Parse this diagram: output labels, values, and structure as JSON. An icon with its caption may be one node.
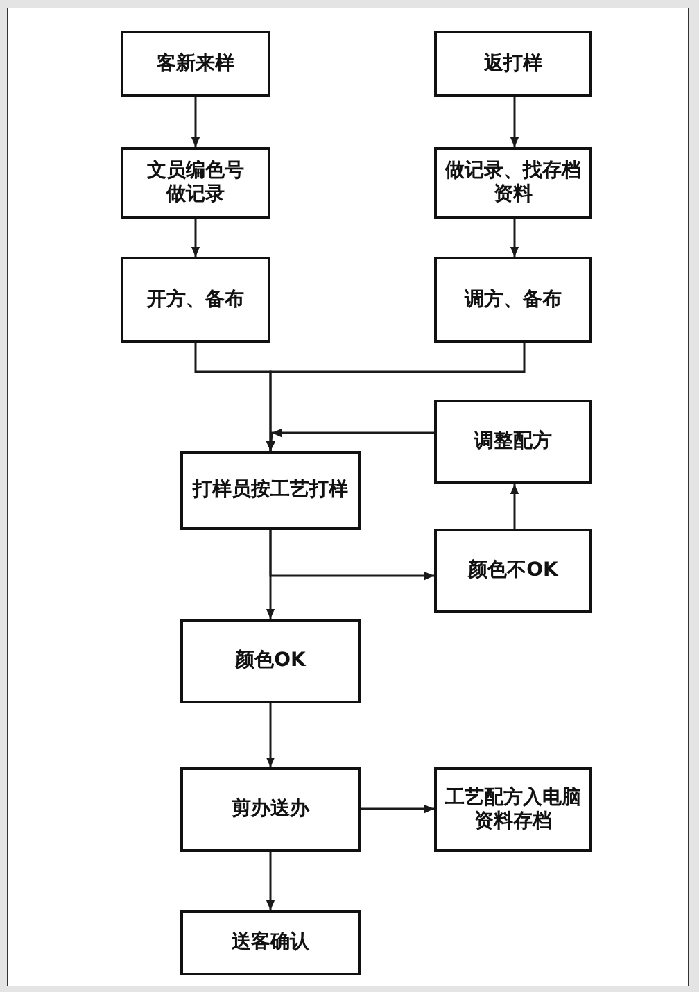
{
  "diagram": {
    "nodes": [
      {
        "text": [
          "客新来样"
        ]
      },
      {
        "text": [
          "返打样"
        ]
      },
      {
        "text": [
          "文员编色号做记录"
        ]
      },
      {
        "text": [
          "做记录、找存档资料"
        ]
      },
      {
        "text": [
          "开方、备布"
        ]
      },
      {
        "text": [
          "调方、备布"
        ]
      },
      {
        "text": [
          "调整配方"
        ]
      },
      {
        "text": [
          "打样员按工艺打样"
        ]
      },
      {
        "text": [
          "颜色不OK"
        ]
      },
      {
        "text": [
          "颜色OK"
        ]
      },
      {
        "text": [
          "剪办送办"
        ]
      },
      {
        "text": [
          "工艺配方入电脑资料存档"
        ]
      },
      {
        "text": [
          "送客确认"
        ]
      }
    ],
    "edges": [
      {
        "from": 0,
        "to": 2,
        "arrow": "to"
      },
      {
        "from": 1,
        "to": 3,
        "arrow": "to"
      },
      {
        "from": 2,
        "to": 4,
        "arrow": "to"
      },
      {
        "from": 3,
        "to": 5,
        "arrow": "to"
      },
      {
        "from": 4,
        "to": 7,
        "arrow": "to"
      },
      {
        "from": 5,
        "to": 7,
        "arrow": "to"
      },
      {
        "from": 6,
        "to": 7,
        "arrow": "to"
      },
      {
        "from": 7,
        "to": 8,
        "arrow": "to"
      },
      {
        "from": 7,
        "to": 9,
        "arrow": "to"
      },
      {
        "from": 8,
        "to": 6,
        "arrow": "to"
      },
      {
        "from": 9,
        "to": 10,
        "arrow": "to"
      },
      {
        "from": 10,
        "to": 11,
        "arrow": "to"
      },
      {
        "from": 10,
        "to": 12,
        "arrow": "to"
      }
    ]
  }
}
